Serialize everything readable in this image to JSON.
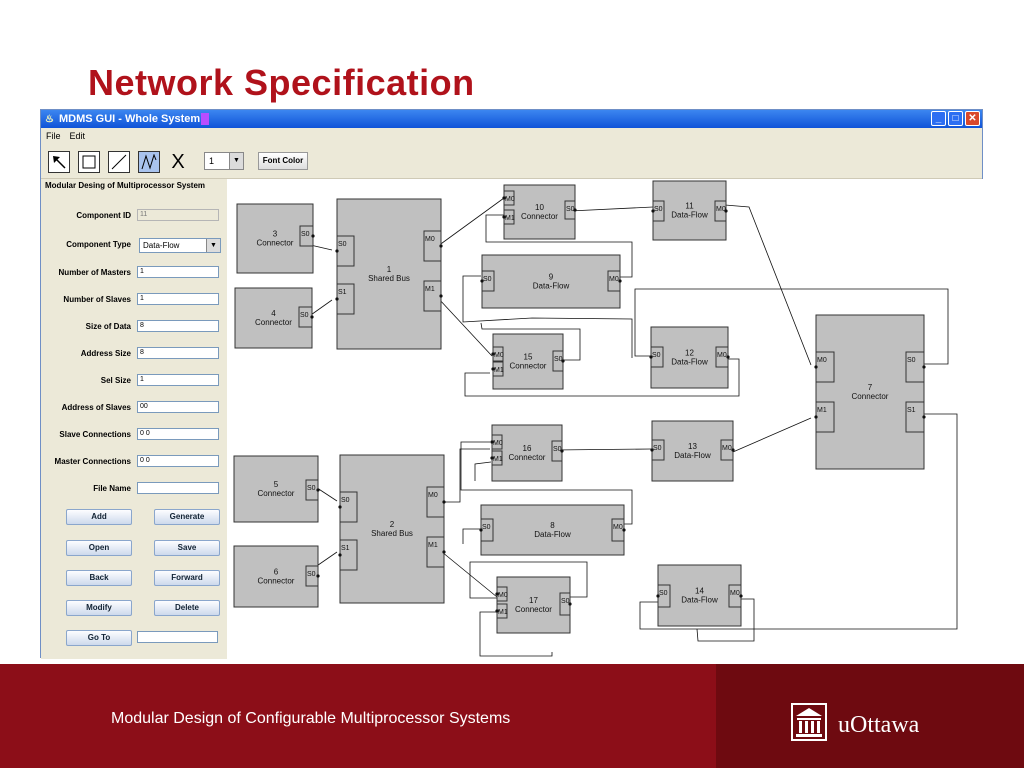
{
  "slide": {
    "title": "Network Specification"
  },
  "window": {
    "title": "MDMS GUI - Whole System",
    "menu": [
      "File",
      "Edit"
    ],
    "toolbar": {
      "tools": [
        "pointer-tool",
        "rectangle-tool",
        "line-tool",
        "wave-tool",
        "delete-tool"
      ],
      "delete_glyph": "X",
      "size_value": "1",
      "font_color_label": "Font Color"
    }
  },
  "form": {
    "header": "Modular Desing of Multiprocessor System",
    "fields": [
      {
        "label": "Component ID",
        "value": "11"
      },
      {
        "label": "Component Type",
        "value": "Data-Flow"
      },
      {
        "label": "Number of Masters",
        "value": "1"
      },
      {
        "label": "Number of Slaves",
        "value": "1"
      },
      {
        "label": "Size of Data",
        "value": "8"
      },
      {
        "label": "Address Size",
        "value": "8"
      },
      {
        "label": "Sel Size",
        "value": "1"
      },
      {
        "label": "Address of Slaves",
        "value": "00"
      },
      {
        "label": "Slave Connections",
        "value": "0 0"
      },
      {
        "label": "Master Connections",
        "value": "0 0"
      },
      {
        "label": "File Name",
        "value": ""
      }
    ],
    "buttons": [
      "Add",
      "Generate",
      "Open",
      "Save",
      "Back",
      "Forward",
      "Modify",
      "Delete"
    ],
    "goto_label": "Go To"
  },
  "diagram": {
    "blocks": [
      {
        "id": "3",
        "type": "Connector"
      },
      {
        "id": "4",
        "type": "Connector"
      },
      {
        "id": "1",
        "type": "Shared Bus"
      },
      {
        "id": "10",
        "type": "Connector"
      },
      {
        "id": "11",
        "type": "Data-Flow"
      },
      {
        "id": "9",
        "type": "Data-Flow"
      },
      {
        "id": "15",
        "type": "Connector"
      },
      {
        "id": "12",
        "type": "Data-Flow"
      },
      {
        "id": "7",
        "type": "Connector"
      },
      {
        "id": "16",
        "type": "Connector"
      },
      {
        "id": "13",
        "type": "Data-Flow"
      },
      {
        "id": "5",
        "type": "Connector"
      },
      {
        "id": "6",
        "type": "Connector"
      },
      {
        "id": "2",
        "type": "Shared Bus"
      },
      {
        "id": "8",
        "type": "Data-Flow"
      },
      {
        "id": "17",
        "type": "Connector"
      },
      {
        "id": "14",
        "type": "Data-Flow"
      }
    ]
  },
  "footer": {
    "text": "Modular Design of Configurable Multiprocessor Systems",
    "logo_text": "uOttawa"
  }
}
